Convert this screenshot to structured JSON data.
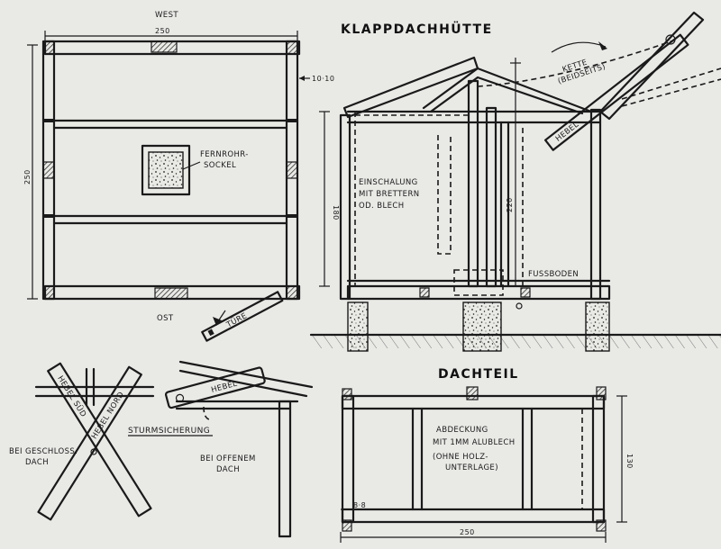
{
  "titles": {
    "main": "KLAPPDACHHÜTTE",
    "roof": "DACHTEIL",
    "storm": "STURMSICHERUNG"
  },
  "plan": {
    "west": "WEST",
    "ost": "OST",
    "width": "250",
    "depth": "250",
    "post_size": "10·10",
    "base": [
      "FERNROHR-",
      "SOCKEL"
    ],
    "door": "TÜRE"
  },
  "section": {
    "chain": [
      "KETTE",
      "(BEIDSEITS)"
    ],
    "lever": "HEBEL",
    "cladding": [
      "EINSCHALUNG",
      "MIT BRETTERN",
      "OD. BLECH"
    ],
    "height_wall": "180",
    "height_ridge": "220",
    "floor": "FUSSBODEN"
  },
  "storm": {
    "lever_south": "HEBEL SÜD",
    "lever_north": "HEBEL NORD",
    "lever": "HEBEL",
    "closed": [
      "BEI GESCHLOSS.",
      "DACH"
    ],
    "open": [
      "BEI OFFENEM",
      "DACH"
    ]
  },
  "roof": {
    "covering": [
      "ABDECKUNG",
      "MIT 1MM ALUBLECH",
      "(OHNE HOLZ-",
      "UNTERLAGE)"
    ],
    "depth": "130",
    "width": "250",
    "batten": "8·8"
  }
}
